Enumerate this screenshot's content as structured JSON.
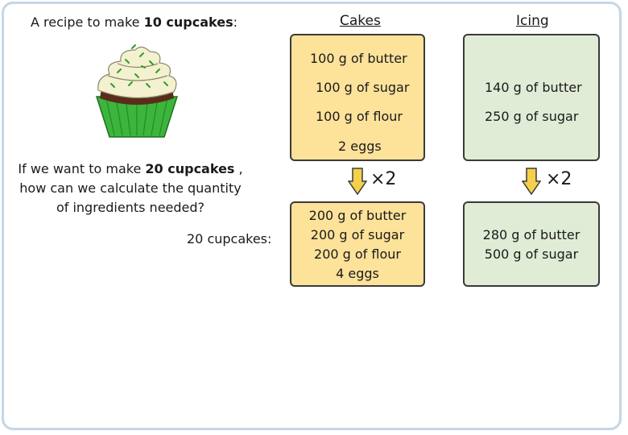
{
  "title": {
    "prefix": "A recipe to make ",
    "bold": "10 cupcakes",
    "suffix": ":"
  },
  "question": {
    "prefix": "If we want to make ",
    "bold": "20 cupcakes",
    "suffix": " , how can we calculate the quantity of ingredients needed?"
  },
  "target_label": "20 cupcakes:",
  "cakes": {
    "header": "Cakes",
    "ingredients": [
      "100 g of butter",
      "100 g of sugar",
      "100 g of flour",
      "2 eggs"
    ],
    "multiplier": "×2",
    "result": [
      "200 g of butter",
      "200 g of sugar",
      "200 g of flour",
      "4 eggs"
    ]
  },
  "icing": {
    "header": "Icing",
    "ingredients": [
      "140 g of butter",
      "250 g of sugar"
    ],
    "multiplier": "×2",
    "result": [
      "280 g of butter",
      "500 g of sugar"
    ]
  },
  "colors": {
    "cakes_fill": "#fde29a",
    "icing_fill": "#e1ecd6",
    "arrow_fill": "#f5d04a",
    "cupcake_wrapper": "#3cb53c",
    "frosting": "#f3f1cf",
    "sprinkles": "#2e9e2e"
  }
}
